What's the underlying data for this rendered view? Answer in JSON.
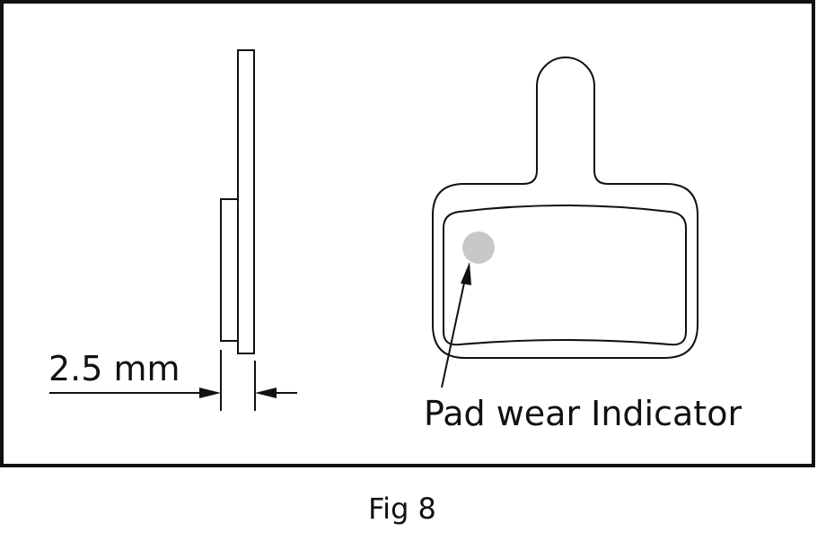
{
  "dimension_label": "2.5 mm",
  "indicator_label": "Pad wear Indicator",
  "caption": "Fig 8",
  "colors": {
    "line": "#111111",
    "indicator_dot": "#c8c8c8",
    "background": "#ffffff"
  }
}
